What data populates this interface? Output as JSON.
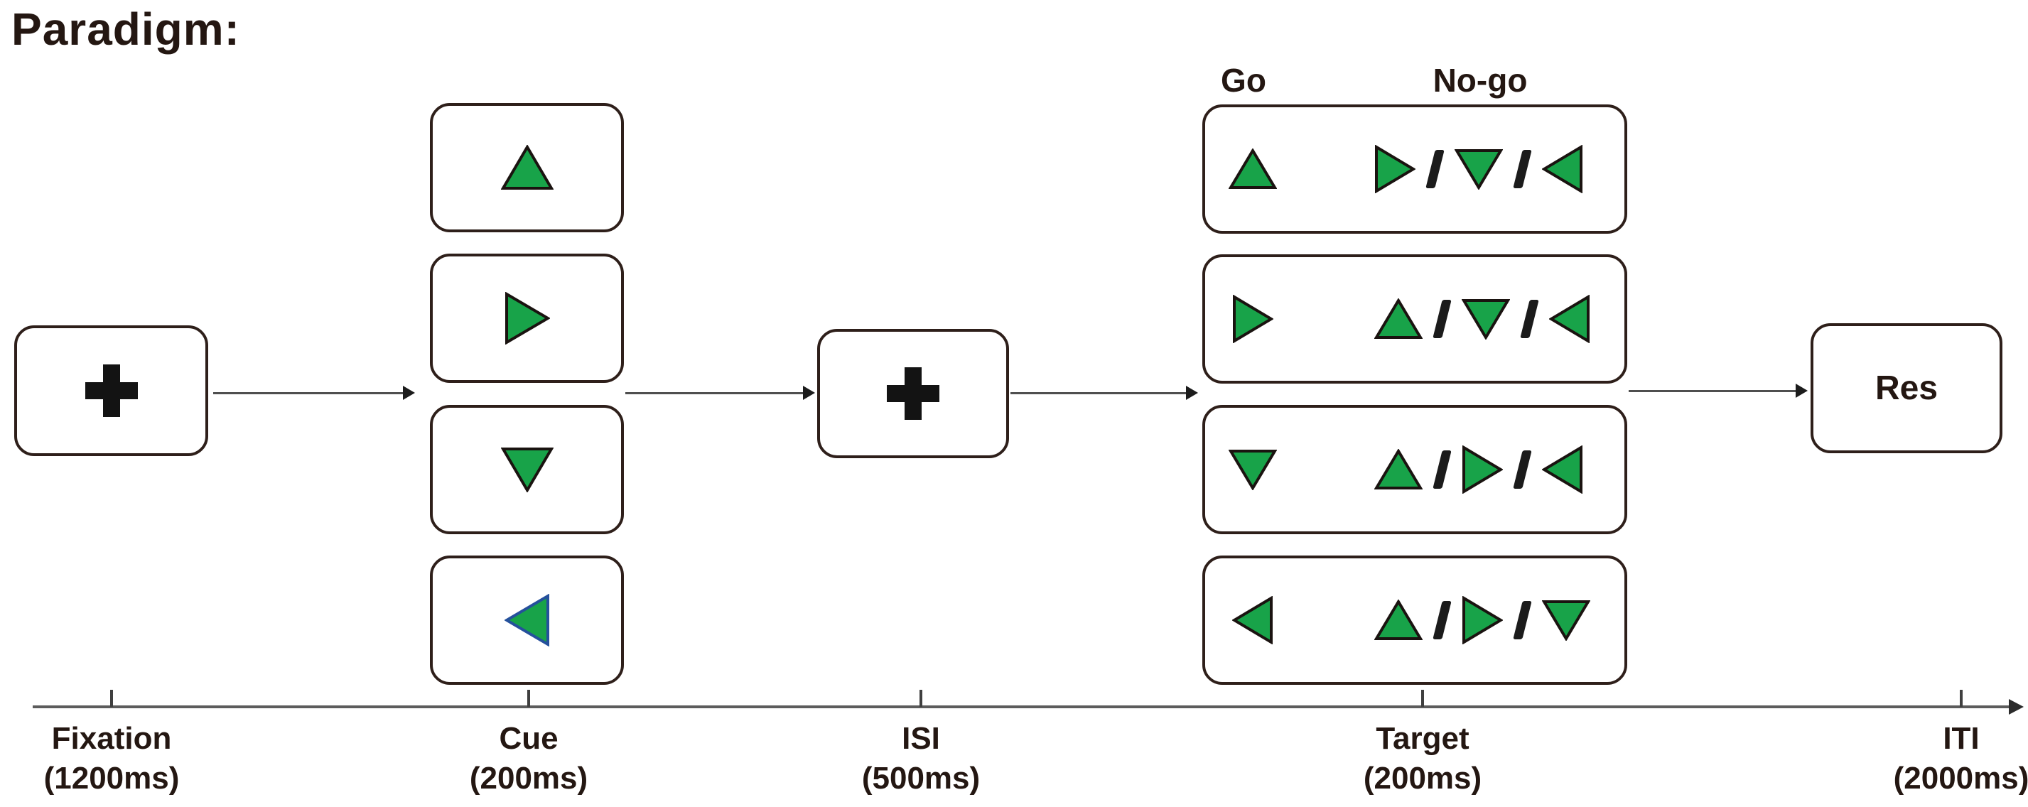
{
  "title": "Paradigm:",
  "colors": {
    "triangle_fill_green": "#18a349",
    "triangle_outline_dark": "#1a1310",
    "triangle_outline_blue": "#25509c",
    "box_border": "#2e1f1a",
    "text": "#241712",
    "flow_line": "#4f4f4f",
    "timeline_line": "#5c5c5c"
  },
  "stages": {
    "fixation": {
      "symbol": "fixation-cross"
    },
    "cue": {
      "options": [
        {
          "direction": "up",
          "outline": "dark"
        },
        {
          "direction": "right",
          "outline": "dark"
        },
        {
          "direction": "down",
          "outline": "dark"
        },
        {
          "direction": "left",
          "outline": "blue"
        }
      ]
    },
    "isi": {
      "symbol": "fixation-cross"
    },
    "target": {
      "header": {
        "go": "Go",
        "nogo": "No-go"
      },
      "separator": "/",
      "rows": [
        {
          "go": "up",
          "no_go": [
            "right",
            "down",
            "left"
          ]
        },
        {
          "go": "right",
          "no_go": [
            "up",
            "down",
            "left"
          ]
        },
        {
          "go": "down",
          "no_go": [
            "up",
            "right",
            "left"
          ]
        },
        {
          "go": "left",
          "no_go": [
            "up",
            "right",
            "down"
          ]
        }
      ]
    },
    "response": {
      "label": "Res"
    }
  },
  "timeline": {
    "entries": [
      {
        "label": "Fixation",
        "duration": "(1200ms)"
      },
      {
        "label": "Cue",
        "duration": "(200ms)"
      },
      {
        "label": "ISI",
        "duration": "(500ms)"
      },
      {
        "label": "Target",
        "duration": "(200ms)"
      },
      {
        "label": "ITI",
        "duration": "(2000ms)"
      }
    ]
  }
}
